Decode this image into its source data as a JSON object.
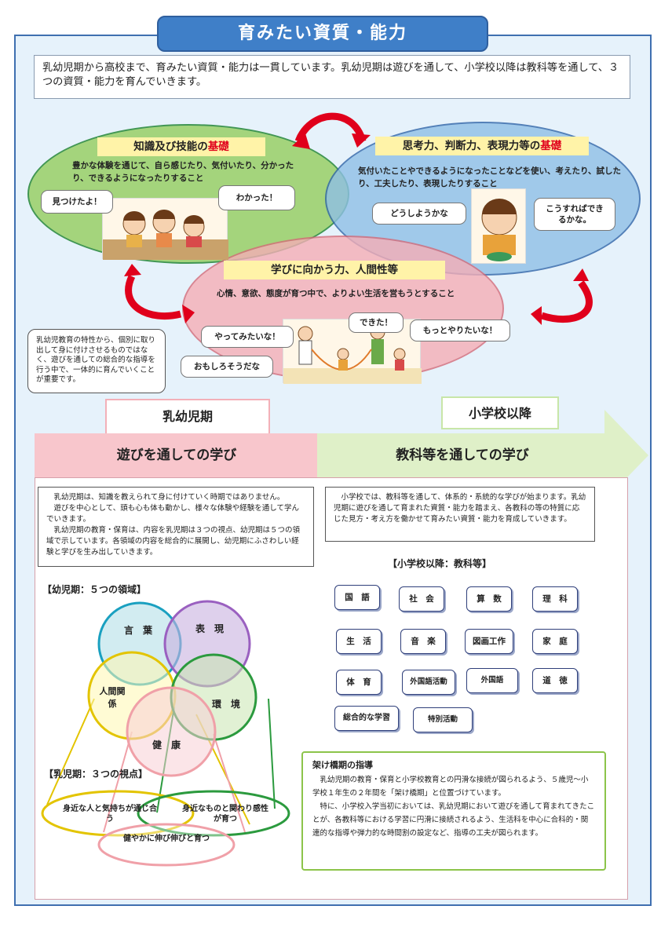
{
  "title": "育みたい資質・能力",
  "intro": "乳幼児期から高校まで、育みたい資質・能力は一貫しています。乳幼児期は遊びを通して、小学校以降は教科等を通して、３つの資質・能力を育んでいきます。",
  "knowledge": {
    "label_prefix": "知識及び技能の",
    "label_accent": "基礎",
    "desc": "豊かな体験を通じて、自ら感じたり、気付いたり、分かったり、できるようになったりすること",
    "bubble1": "見つけたよ！",
    "bubble2": "わかった！"
  },
  "thinking": {
    "label_prefix": "思考力、判断力、表現力等の",
    "label_accent": "基礎",
    "desc": "気付いたことやできるようになったことなどを使い、考えたり、試したり、工夫したり、表現したりすること",
    "bubble1": "どうしようかな",
    "bubble2": "こうすればできるかな。"
  },
  "motivation": {
    "label": "学びに向かう力、人間性等",
    "desc": "心情、意欲、態度が育つ中で、よりよい生活を営もうとすること",
    "bubble1": "やってみたいな！",
    "bubble2": "できた！",
    "bubble3": "もっとやりたいな！",
    "bubble4": "おもしろそうだな"
  },
  "note": "乳幼児教育の特性から、個別に取り出して身に付けさせるものではなく、遊びを通しての総合的な指導を行う中で、一体的に育んでいくことが重要です。",
  "stage_left": "乳幼児期",
  "stage_right": "小学校以降",
  "band_left": "遊びを通しての学び",
  "band_right": "教科等を通しての学び",
  "left_text": "　乳幼児期は、知識を教えられて身に付けていく時期ではありません。\n　遊びを中心として、頭も心も体も動かし、様々な体験や経験を通して学んでいきます。\n　乳幼児期の教育・保育は、内容を乳児期は３つの視点、幼児期は５つの領域で示しています。各領域の内容を総合的に展開し、幼児期にふさわしい経験と学びを生み出していきます。",
  "right_text": "　小学校では、教科等を通して、体系的・系統的な学びが始まります。乳幼児期に遊びを通して育まれた資質・能力を踏まえ、各教科の等の特質に応じた見方・考え方を働かせて育みたい資質・能力を育成していきます。",
  "five_title": "【幼児期：５つの領域】",
  "domains": {
    "language": "言　葉",
    "expression": "表　現",
    "relations": "人間関係",
    "environment": "環　境",
    "health": "健　康"
  },
  "three_title": "【乳児期：３つの視点】",
  "viewpoints": {
    "people": "身近な人と気持ちが通じ合う",
    "things": "身近なものと関わり感性が育つ",
    "growth": "健やかに伸び伸びと育つ"
  },
  "subjects_title": "【小学校以降：教科等】",
  "subjects": [
    [
      "国　語",
      "社　会",
      "算　数",
      "理　科"
    ],
    [
      "生　活",
      "音　楽",
      "図画工作",
      "家　庭"
    ],
    [
      "体　育",
      "外国語活動",
      "外国語",
      "道　徳"
    ],
    [
      "総合的な学習",
      "特別活動"
    ]
  ],
  "bridge": {
    "title": "架け橋期の指導",
    "p1": "　乳幼児期の教育・保育と小学校教育との円滑な接続が図られるよう、５歳児～小学校１年生の２年間を「架け橋期」と位置づけています。",
    "p2": "　特に、小学校入学当初においては、乳幼児期において遊びを通して育まれてきたことが、各教科等における学習に円滑に接続されるよう、生活科を中心に合科的・関連的な指導や弾力的な時間割の設定など、指導の工夫が図られます。"
  },
  "colors": {
    "frame": "#3f6fb0",
    "accent": "#e0001b",
    "green": "#9bd06b",
    "blue": "#8fc0e6",
    "pink": "#f5aeb6"
  }
}
